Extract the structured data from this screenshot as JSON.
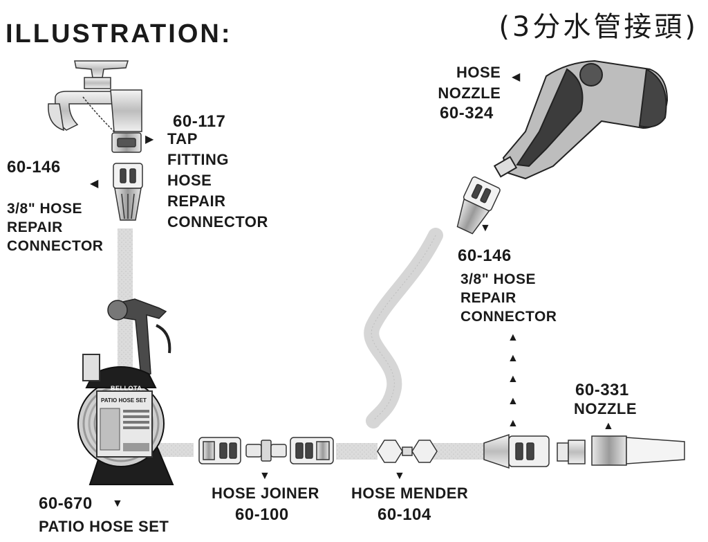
{
  "header": {
    "title": "ILLUSTRATION:",
    "subtitle_cjk": "(3分水管接頭)"
  },
  "labels": {
    "tap_fitting": {
      "code": "60-117",
      "name_lines": [
        "TAP",
        "FITTING",
        "HOSE",
        "REPAIR",
        "CONNECTOR"
      ]
    },
    "repair_connector_left": {
      "code": "60-146",
      "name_lines": [
        "3/8\" HOSE",
        "REPAIR",
        "CONNECTOR"
      ]
    },
    "hose_nozzle": {
      "code": "60-324",
      "name_lines": [
        "HOSE",
        "NOZZLE"
      ]
    },
    "repair_connector_right": {
      "code": "60-146",
      "name_lines": [
        "3/8\" HOSE",
        "REPAIR",
        "CONNECTOR"
      ]
    },
    "patio_hose_set": {
      "code": "60-670",
      "name": "PATIO HOSE SET"
    },
    "hose_joiner": {
      "name": "HOSE JOINER",
      "code": "60-100"
    },
    "hose_mender": {
      "name": "HOSE MENDER",
      "code": "60-104"
    },
    "nozzle": {
      "code": "60-331",
      "name": "NOZZLE"
    }
  },
  "product_box": {
    "brand": "BELLOTA",
    "box_title": "PATIO HOSE SET"
  },
  "colors": {
    "ink": "#1a1a1a",
    "hose": "#d9d9d9",
    "part_light": "#eeeeee",
    "part_dark": "#3a3a3a"
  }
}
